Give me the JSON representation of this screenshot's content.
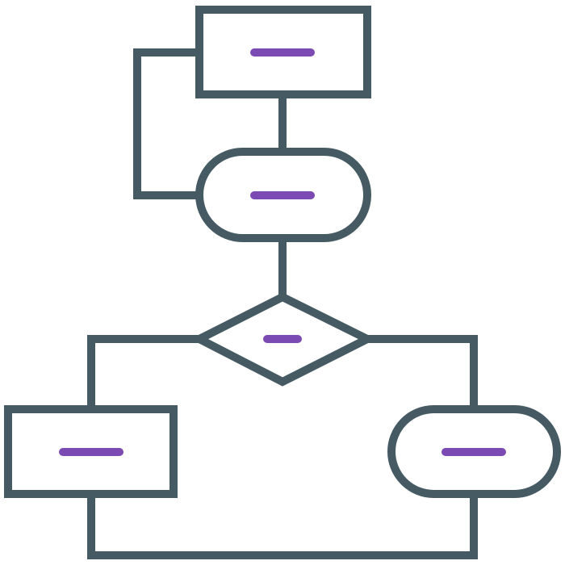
{
  "diagram": {
    "type": "flowchart-icon",
    "colors": {
      "outline": "#455a63",
      "label_placeholder": "#7b4ab2",
      "background": "#ffffff"
    },
    "nodes": [
      {
        "id": "process-top",
        "shape": "rectangle"
      },
      {
        "id": "terminal-middle",
        "shape": "pill"
      },
      {
        "id": "decision",
        "shape": "diamond"
      },
      {
        "id": "process-bottom-left",
        "shape": "rectangle"
      },
      {
        "id": "terminal-bottom-right",
        "shape": "pill"
      }
    ],
    "edges": [
      {
        "from": "process-top",
        "to": "terminal-middle"
      },
      {
        "from": "terminal-middle",
        "to": "process-top",
        "route": "loop-left"
      },
      {
        "from": "terminal-middle",
        "to": "decision"
      },
      {
        "from": "decision",
        "to": "process-bottom-left"
      },
      {
        "from": "decision",
        "to": "terminal-bottom-right"
      },
      {
        "from": "process-bottom-left",
        "to": "terminal-bottom-right",
        "route": "bottom"
      }
    ]
  }
}
